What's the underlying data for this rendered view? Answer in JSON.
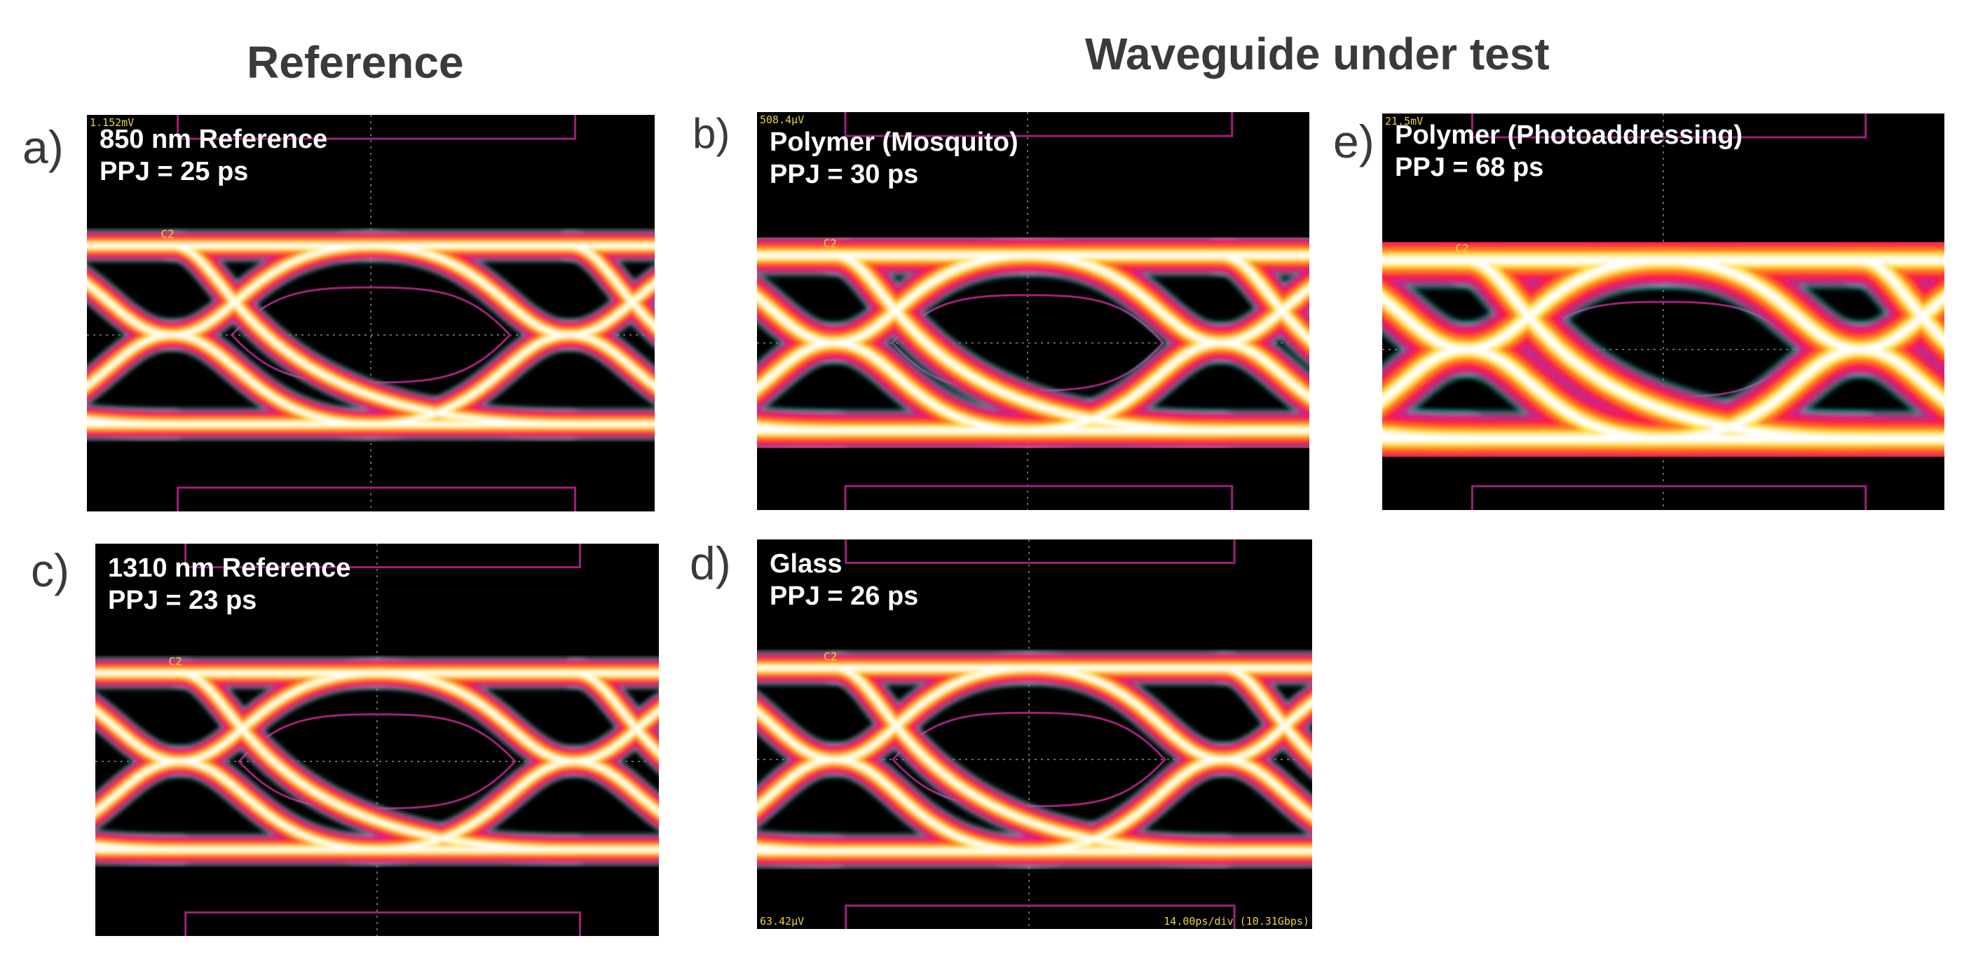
{
  "headings": {
    "reference": "Reference",
    "waveguide": "Waveguide under test"
  },
  "panels": [
    {
      "id": "a",
      "label": "a)",
      "title": "850 nm Reference",
      "ppj": "PPJ = 25 ps",
      "scale_tl": "1.152mV",
      "scale_br": ""
    },
    {
      "id": "b",
      "label": "b)",
      "title": "Polymer (Mosquito)",
      "ppj": "PPJ = 30 ps",
      "scale_tl": "508.4µV",
      "scale_br": ""
    },
    {
      "id": "e",
      "label": "e)",
      "title": "Polymer (Photoaddressing)",
      "ppj": "PPJ = 68 ps",
      "scale_tl": "21.5mV",
      "scale_br": ""
    },
    {
      "id": "c",
      "label": "c)",
      "title": "1310  nm Reference",
      "ppj": "PPJ = 23 ps",
      "scale_tl": "",
      "scale_br": ""
    },
    {
      "id": "d",
      "label": "d)",
      "title": "Glass",
      "ppj": "PPJ = 26 ps",
      "scale_tl": "",
      "scale_br": "14.00ps/div (10.31Gbps)",
      "scale_bl": "63.42µV"
    }
  ],
  "marker": "C2",
  "colors": {
    "white": "#ffffff",
    "yellow": "#ffe64a",
    "orange": "#ff7a1a",
    "red": "#ff1f3d",
    "magenta": "#d0208a",
    "mask": "#a0207a",
    "grid": "#8a8a8a"
  }
}
